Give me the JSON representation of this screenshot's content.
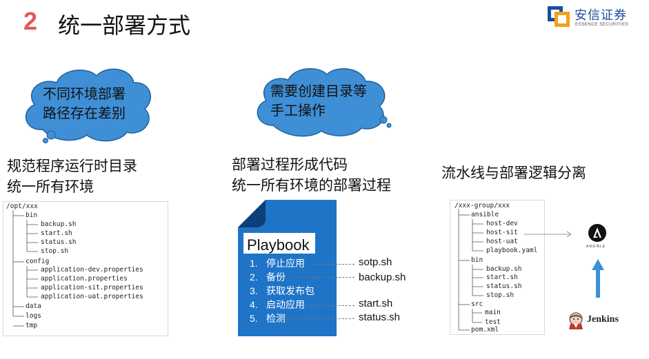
{
  "header": {
    "number": "2",
    "title": "统一部署方式",
    "logo_cn": "安信证券",
    "logo_en": "ESSENCE SECURITIES"
  },
  "left": {
    "cloud_lines": [
      "不同环境部署",
      "路径存在差别"
    ],
    "heading_lines": [
      "规范程序运行时目录",
      "统一所有环境"
    ],
    "tree": [
      "/opt/xxx",
      "bin",
      "backup.sh",
      "start.sh",
      "status.sh",
      "stop.sh",
      "config",
      "application-dev.properties",
      "application.properties",
      "application-sit.properties",
      "application-uat.properties",
      "data",
      "logs",
      "tmp"
    ]
  },
  "middle": {
    "cloud_lines": [
      "需要创建目录等",
      "手工操作"
    ],
    "heading_lines": [
      "部署过程形成代码",
      "统一所有环境的部署过程"
    ],
    "doc_title": "Playbook",
    "steps": [
      {
        "num": "1.",
        "label": "停止应用"
      },
      {
        "num": "2.",
        "label": "备份"
      },
      {
        "num": "3.",
        "label": "获取发布包"
      },
      {
        "num": "4.",
        "label": "启动应用"
      },
      {
        "num": "5.",
        "label": "检测"
      }
    ],
    "scripts": [
      "sotp.sh",
      "backup.sh",
      "start.sh",
      "status.sh"
    ]
  },
  "right": {
    "heading": "流水线与部署逻辑分离",
    "tree": [
      "/xxx-group/xxx",
      "ansible",
      "host-dev",
      "host-sit",
      "host-uat",
      "playbook.yaml",
      "bin",
      "backup.sh",
      "start.sh",
      "status.sh",
      "stop.sh",
      "src",
      "main",
      "test",
      "pom.xml"
    ],
    "ansible_label": "ANSIBLE",
    "jenkins_label": "Jenkins"
  },
  "colors": {
    "number": "#e05a5a",
    "cloud_fill": "#3f8fd6",
    "doc_fill": "#1f74c8",
    "logo_blue": "#1b4f9c",
    "arrow": "#3d8fd9"
  }
}
